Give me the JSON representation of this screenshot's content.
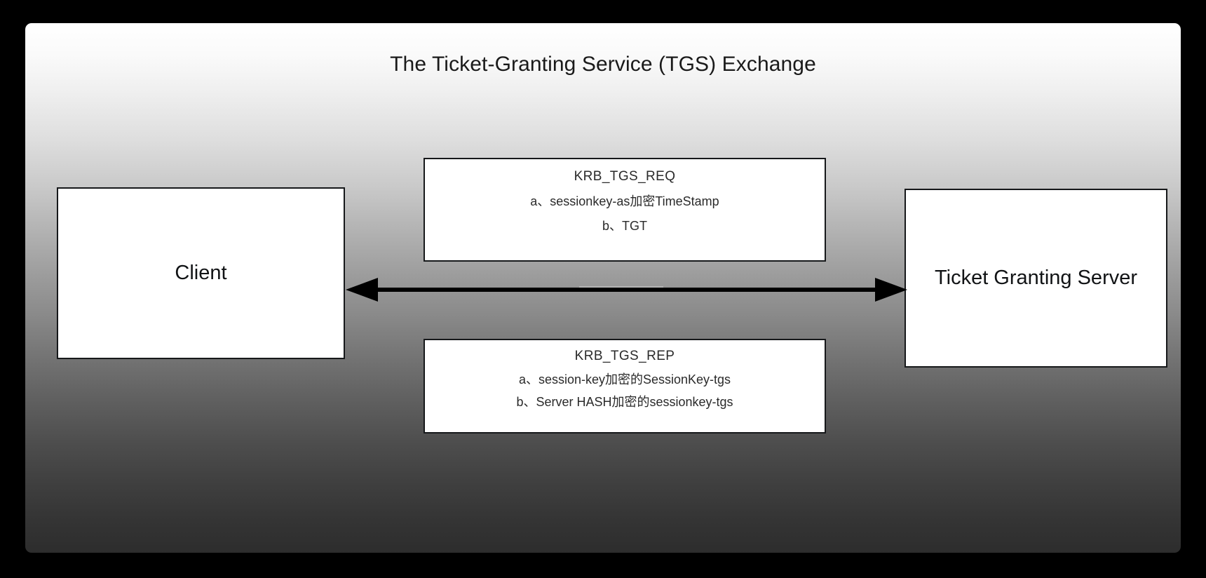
{
  "diagram": {
    "title": "The Ticket-Granting Service (TGS) Exchange",
    "background_color": "#000000",
    "panel_gradient_from": "#ffffff",
    "panel_gradient_to": "#2d2d2d",
    "node_fill": "#ffffff",
    "node_stroke": "#16181a"
  },
  "nodes": [
    {
      "id": "client",
      "label": "Client"
    },
    {
      "id": "tgs",
      "label": "Ticket Granting Server"
    }
  ],
  "messages": [
    {
      "id": "krb-tgs-req",
      "heading": "KRB_TGS_REQ",
      "lines": [
        "a、sessionkey-as加密TimeStamp",
        "b、TGT"
      ]
    },
    {
      "id": "krb-tgs-rep",
      "heading": "KRB_TGS_REP",
      "lines": [
        "a、session-key加密的SessionKey-tgs",
        "b、Server HASH加密的sessionkey-tgs"
      ]
    }
  ],
  "connector": {
    "id": "client-tgs-exchange",
    "type": "double-headed-arrow",
    "color": "#000000"
  }
}
